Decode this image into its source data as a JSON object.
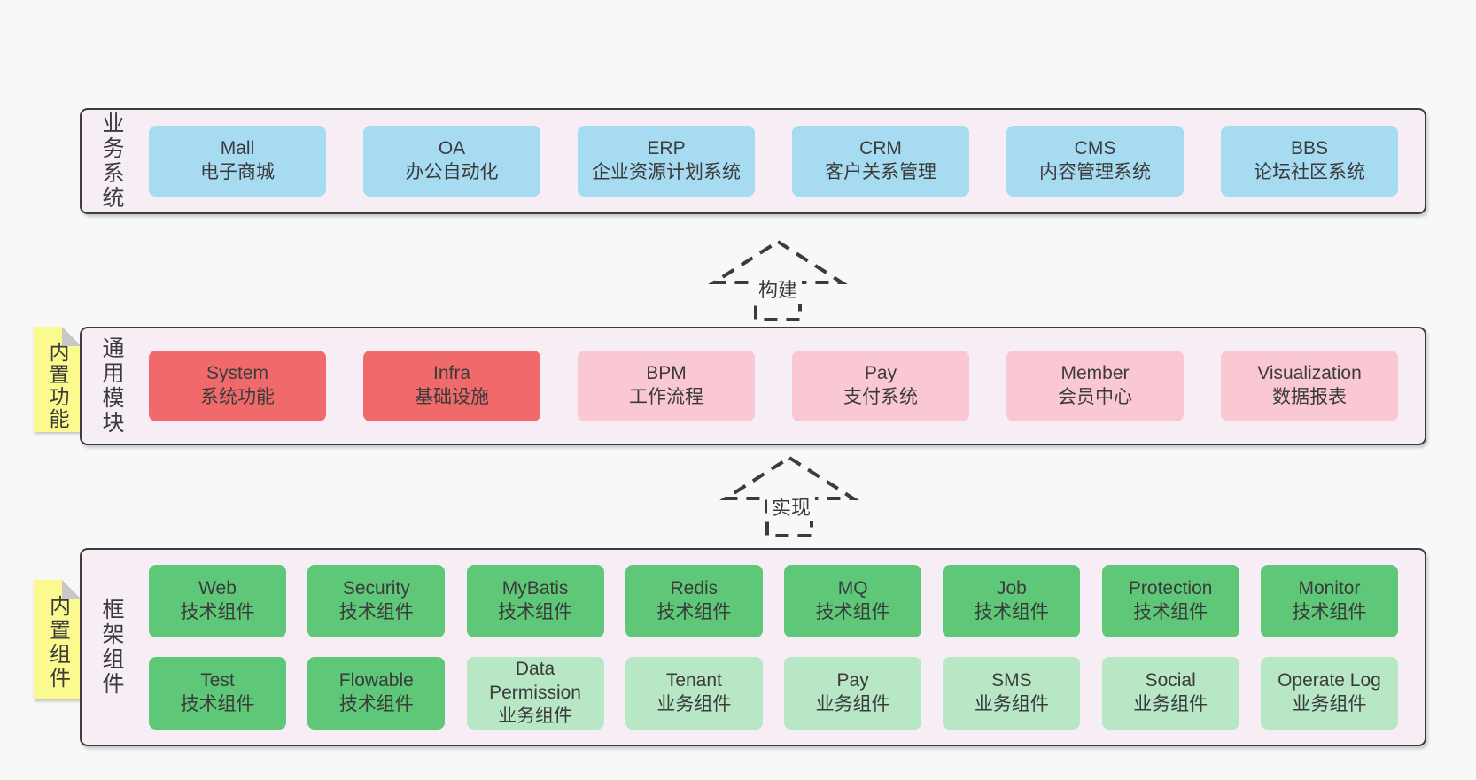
{
  "colors": {
    "page_bg": "#f8f8f8",
    "container_fill": "#f7edf5",
    "container_border": "#3d3d3d",
    "box_blue": "#a7dbf2",
    "box_red": "#f16a6b",
    "box_pink": "#fac8d3",
    "box_green_dark": "#5ec878",
    "box_green_light": "#b7e7c4",
    "note_yellow": "#fafa8e",
    "note_fold": "#c8c8c8",
    "text": "#3b3b3b",
    "arrow_stroke": "#3b3b3b"
  },
  "arrows": [
    {
      "label": "构建"
    },
    {
      "label": "实现"
    }
  ],
  "notes": [
    {
      "text": "内置功能"
    },
    {
      "text": "内置组件"
    }
  ],
  "layers": [
    {
      "label": "业务系统",
      "boxes": [
        {
          "name": "Mall",
          "desc": "电子商城",
          "variant": "blue"
        },
        {
          "name": "OA",
          "desc": "办公自动化",
          "variant": "blue"
        },
        {
          "name": "ERP",
          "desc": "企业资源计划系统",
          "variant": "blue"
        },
        {
          "name": "CRM",
          "desc": "客户关系管理",
          "variant": "blue"
        },
        {
          "name": "CMS",
          "desc": "内容管理系统",
          "variant": "blue"
        },
        {
          "name": "BBS",
          "desc": "论坛社区系统",
          "variant": "blue"
        }
      ]
    },
    {
      "label": "通用模块",
      "boxes": [
        {
          "name": "System",
          "desc": "系统功能",
          "variant": "red"
        },
        {
          "name": "Infra",
          "desc": "基础设施",
          "variant": "red"
        },
        {
          "name": "BPM",
          "desc": "工作流程",
          "variant": "pink"
        },
        {
          "name": "Pay",
          "desc": "支付系统",
          "variant": "pink"
        },
        {
          "name": "Member",
          "desc": "会员中心",
          "variant": "pink"
        },
        {
          "name": "Visualization",
          "desc": "数据报表",
          "variant": "pink"
        }
      ]
    },
    {
      "label": "框架组件",
      "rows": [
        [
          {
            "name": "Web",
            "desc": "技术组件",
            "variant": "green"
          },
          {
            "name": "Security",
            "desc": "技术组件",
            "variant": "green"
          },
          {
            "name": "MyBatis",
            "desc": "技术组件",
            "variant": "green"
          },
          {
            "name": "Redis",
            "desc": "技术组件",
            "variant": "green"
          },
          {
            "name": "MQ",
            "desc": "技术组件",
            "variant": "green"
          },
          {
            "name": "Job",
            "desc": "技术组件",
            "variant": "green"
          },
          {
            "name": "Protection",
            "desc": "技术组件",
            "variant": "green"
          },
          {
            "name": "Monitor",
            "desc": "技术组件",
            "variant": "green"
          }
        ],
        [
          {
            "name": "Test",
            "desc": "技术组件",
            "variant": "green"
          },
          {
            "name": "Flowable",
            "desc": "技术组件",
            "variant": "green"
          },
          {
            "name": "Data Permission",
            "desc": "业务组件",
            "variant": "green-light"
          },
          {
            "name": "Tenant",
            "desc": "业务组件",
            "variant": "green-light"
          },
          {
            "name": "Pay",
            "desc": "业务组件",
            "variant": "green-light"
          },
          {
            "name": "SMS",
            "desc": "业务组件",
            "variant": "green-light"
          },
          {
            "name": "Social",
            "desc": "业务组件",
            "variant": "green-light"
          },
          {
            "name": "Operate Log",
            "desc": "业务组件",
            "variant": "green-light"
          }
        ]
      ]
    }
  ]
}
